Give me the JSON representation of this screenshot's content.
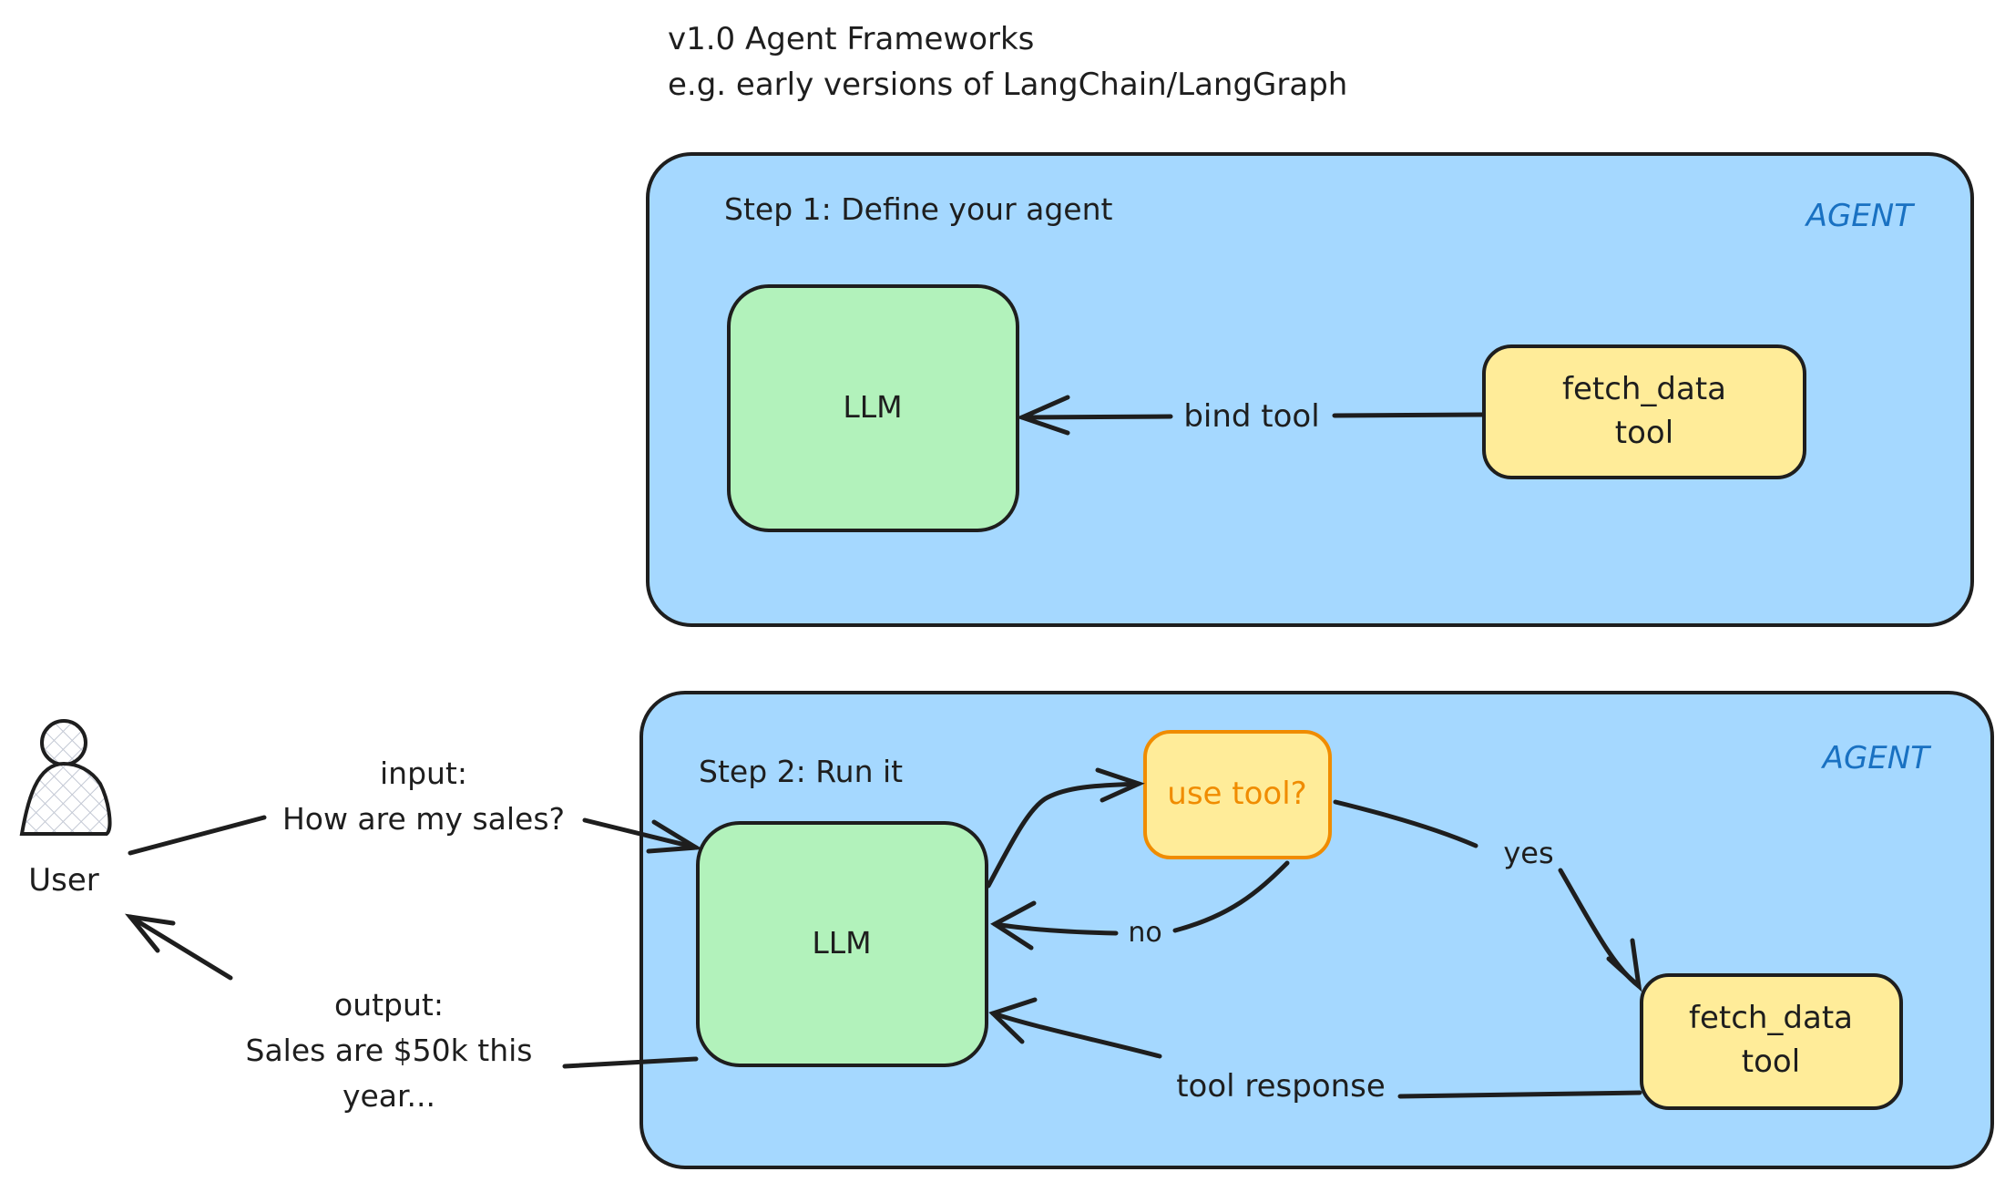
{
  "header": {
    "title_line1": "v1.0 Agent Frameworks",
    "title_line2": "e.g. early versions of LangChain/LangGraph"
  },
  "colors": {
    "container_fill": "#a5d8ff",
    "llm_fill": "#b2f2bb",
    "tool_fill": "#ffec99",
    "decision_stroke": "#f08c00",
    "decision_text": "#f08c00",
    "agent_label": "#1971c2",
    "stroke": "#1e1e1e"
  },
  "step1": {
    "label": "Step 1: Define your agent",
    "agent_tag": "AGENT",
    "llm_label": "LLM",
    "tool_label_line1": "fetch_data",
    "tool_label_line2": "tool",
    "edge_label": "bind tool"
  },
  "step2": {
    "label": "Step 2: Run it",
    "agent_tag": "AGENT",
    "llm_label": "LLM",
    "decision_label": "use tool?",
    "tool_label_line1": "fetch_data",
    "tool_label_line2": "tool",
    "edge_yes": "yes",
    "edge_no": "no",
    "edge_tool_response": "tool response"
  },
  "user": {
    "label": "User",
    "input_line1": "input:",
    "input_line2": "How are my sales?",
    "output_line1": "output:",
    "output_line2": "Sales are $50k this",
    "output_line3": "year..."
  }
}
